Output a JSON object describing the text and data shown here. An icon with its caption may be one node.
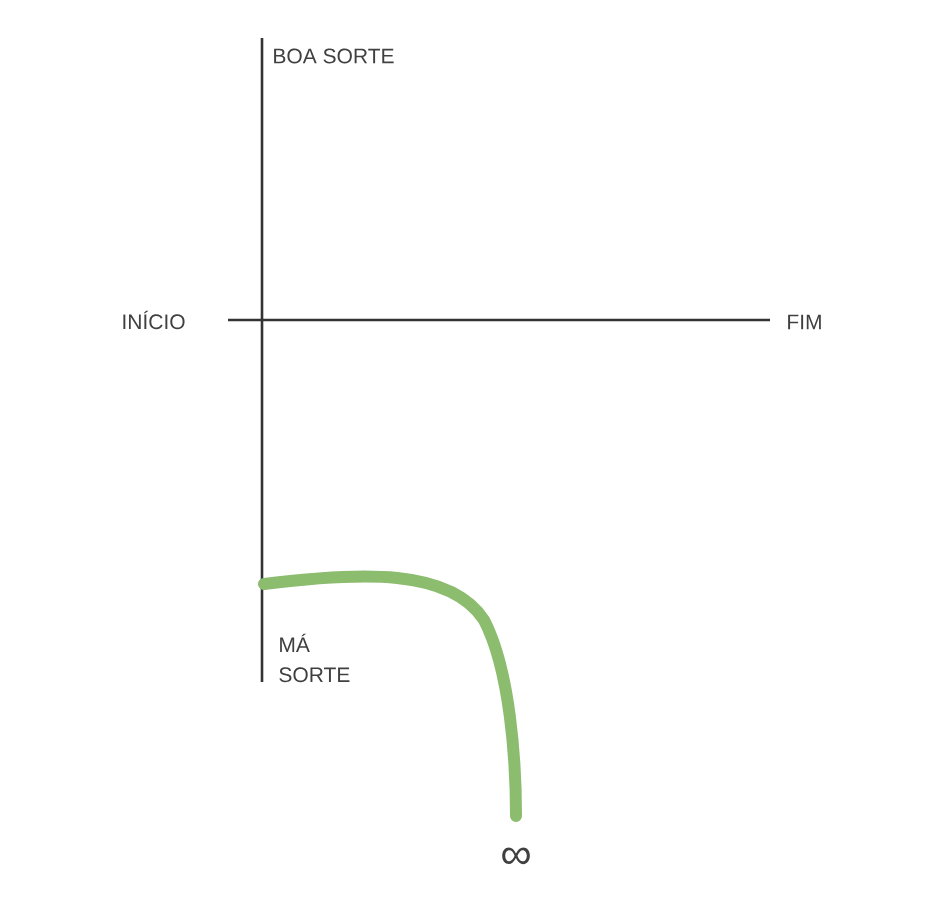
{
  "diagram": {
    "labels": [
      "BOA SORTE",
      "INÍCIO",
      "FIM",
      "MÁ SORTE",
      "∞"
    ]
  }
}
